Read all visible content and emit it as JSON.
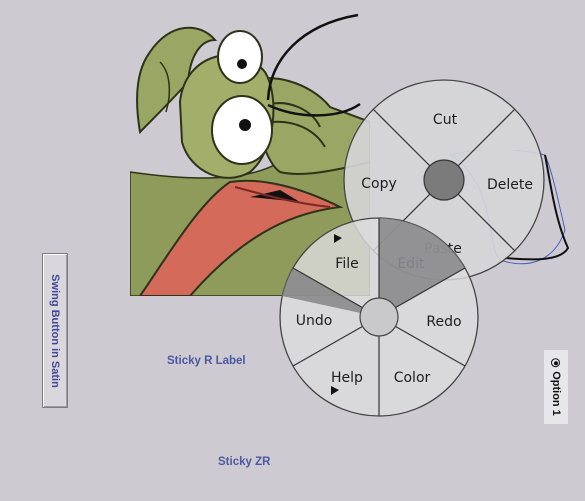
{
  "outer_pie": {
    "items": [
      "Cut",
      "Delete",
      "Paste",
      "Copy"
    ]
  },
  "inner_pie": {
    "items": [
      "Edit",
      "Redo",
      "Color",
      "Help",
      "Undo",
      "File"
    ]
  },
  "buttons": {
    "swing_label": "Swing Button in Satin"
  },
  "labels": {
    "sticky_r": "Sticky R Label",
    "sticky_zr": "Sticky ZR"
  },
  "radio": {
    "option_label": "Option 1",
    "selected": true
  }
}
